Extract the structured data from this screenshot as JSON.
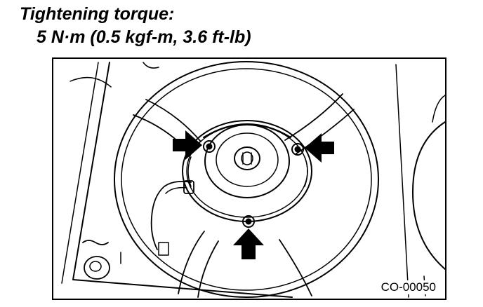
{
  "heading": {
    "title": "Tightening torque:",
    "value": "5 N·m (0.5 kgf-m, 3.6 ft-lb)"
  },
  "figure": {
    "code": "CO-00050",
    "arrow_icons": [
      "arrow-right-icon",
      "arrow-left-icon",
      "arrow-up-icon"
    ],
    "line_color": "#000000",
    "background": "#ffffff"
  }
}
